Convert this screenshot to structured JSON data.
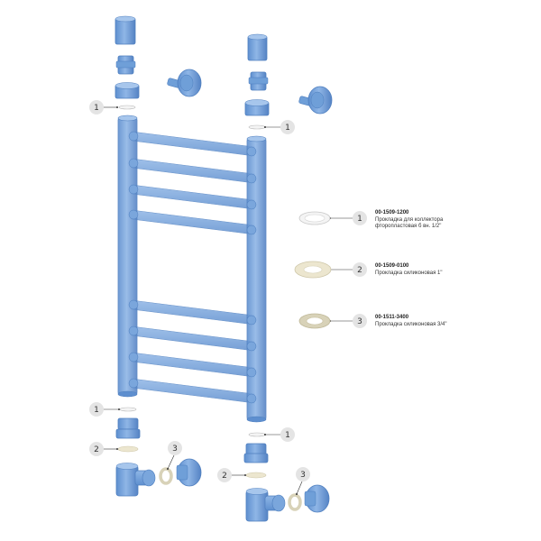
{
  "colors": {
    "pipe": "#6f9fd8",
    "pipe_edge": "#4f7fbf",
    "gasket_ptfe": "#f4f4f4",
    "gasket_silicone": "#ece6cf",
    "gasket_silicone_dark": "#d8d2b8",
    "callout_bg": "#e4e4e4"
  },
  "callouts": {
    "one": "1",
    "two": "2",
    "three": "3"
  },
  "legend": [
    {
      "number": "1",
      "code": "00-1509-1200",
      "desc_line1": "Прокладка для коллектора",
      "desc_line2": "фторопластовая б вн. 1/2\""
    },
    {
      "number": "2",
      "code": "00-1509-0100",
      "desc_line1": "Прокладка силиконовая 1\"",
      "desc_line2": ""
    },
    {
      "number": "3",
      "code": "00-1511-3400",
      "desc_line1": "Прокладка силиконовая 3/4\"",
      "desc_line2": ""
    }
  ]
}
